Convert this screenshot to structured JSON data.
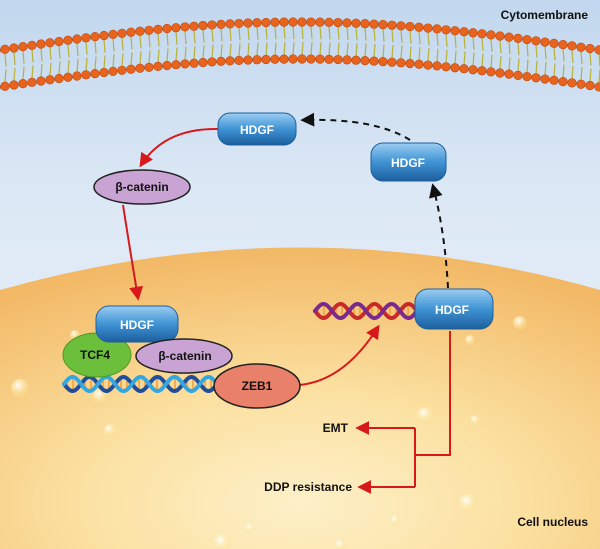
{
  "labels": {
    "cytomembrane": "Cytomembrane",
    "cell_nucleus": "Cell nucleus"
  },
  "nodes": {
    "hdgf_top": "HDGF",
    "hdgf_mid": "HDGF",
    "beta_catenin_top": "β-catenin",
    "hdgf_complex": "HDGF",
    "tcf4": "TCF4",
    "beta_catenin_complex": "β-catenin",
    "zeb1": "ZEB1",
    "hdgf_nucleus": "HDGF",
    "emt": "EMT",
    "ddp_resistance": "DDP resistance"
  },
  "colors": {
    "activation_arrow": "#d7191c",
    "transport_arrow": "#111111",
    "hdgf_fill": "#3a8fd0",
    "beta_catenin_fill": "#c9a3d3",
    "tcf4_fill": "#6cbf3a",
    "zeb1_fill": "#e8806a",
    "membrane_head": "#e8641e",
    "nucleus_fill": "#f6c873"
  }
}
